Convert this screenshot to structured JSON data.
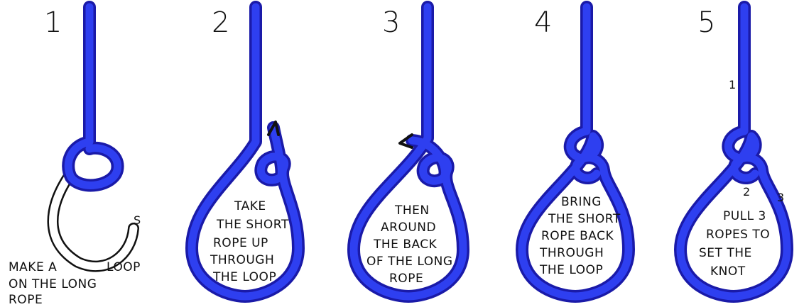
{
  "steps": [
    {
      "number": "1",
      "caption": [
        "MAKE A",
        "LOOP",
        "ON THE LONG",
        "ROPE"
      ],
      "end_label": "S"
    },
    {
      "number": "2",
      "caption": [
        "TAKE",
        "THE SHORT",
        "ROPE UP",
        "THROUGH",
        "THE LOOP"
      ]
    },
    {
      "number": "3",
      "caption": [
        "THEN",
        "AROUND",
        "THE BACK",
        "OF THE LONG",
        "ROPE"
      ]
    },
    {
      "number": "4",
      "caption": [
        "BRING",
        "THE SHORT",
        "ROPE BACK",
        "THROUGH",
        "THE LOOP"
      ]
    },
    {
      "number": "5",
      "caption": [
        "PULL 3",
        "ROPES TO",
        "SET THE",
        "KNOT"
      ],
      "rope_labels": [
        "1",
        "2",
        "3"
      ]
    }
  ],
  "colors": {
    "rope": "#2e3ff0",
    "rope_edge": "#1a1aa8",
    "ink": "#111111"
  }
}
